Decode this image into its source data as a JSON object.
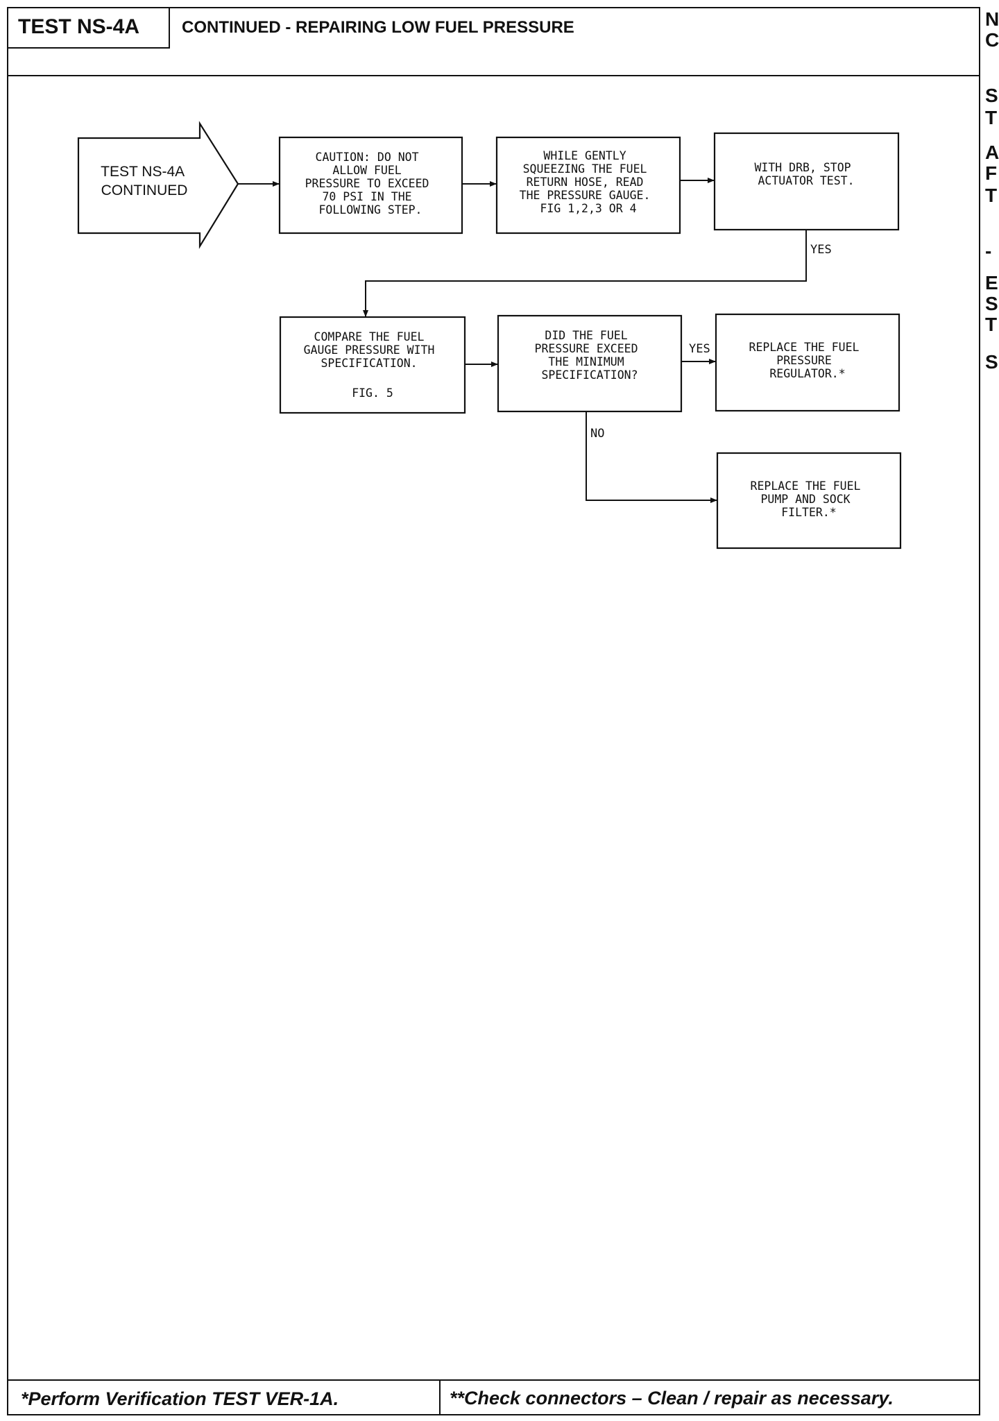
{
  "header": {
    "test_id": "TEST NS-4A",
    "title": "CONTINUED - REPAIRING LOW FUEL PRESSURE"
  },
  "flowchart": {
    "entry": {
      "lines": [
        "TEST NS-4A",
        "CONTINUED"
      ]
    },
    "nodes": {
      "caution": {
        "lines": [
          "CAUTION: DO NOT",
          "ALLOW FUEL",
          "PRESSURE TO EXCEED",
          "70 PSI IN THE",
          "FOLLOWING STEP."
        ]
      },
      "squeeze": {
        "lines": [
          "WHILE GENTLY",
          "SQUEEZING THE FUEL",
          "RETURN HOSE, READ",
          "THE PRESSURE GAUGE.",
          "FIG 1,2,3 OR 4"
        ]
      },
      "stop_actuator": {
        "lines": [
          "WITH DRB, STOP",
          "ACTUATOR TEST."
        ]
      },
      "compare": {
        "lines": [
          "COMPARE THE FUEL",
          "GAUGE PRESSURE WITH",
          "SPECIFICATION.",
          "",
          "FIG. 5"
        ]
      },
      "exceed": {
        "lines": [
          "DID THE FUEL",
          "PRESSURE EXCEED",
          "THE MINIMUM",
          "SPECIFICATION?"
        ]
      },
      "replace_regulator": {
        "lines": [
          "REPLACE THE FUEL",
          "PRESSURE",
          "REGULATOR.*"
        ]
      },
      "replace_pump": {
        "lines": [
          "REPLACE THE FUEL",
          "PUMP AND SOCK",
          "FILTER.*"
        ]
      }
    },
    "branches": {
      "stop_yes": "YES",
      "exceed_yes": "YES",
      "exceed_no": "NO"
    }
  },
  "footer": {
    "left": "*Perform Verification TEST VER-1A.",
    "right": "**Check connectors – Clean / repair as necessary."
  },
  "side_margin": {
    "letters": [
      "N",
      "C",
      "S",
      "T",
      "A",
      "F",
      "T",
      "-",
      "E",
      "S",
      "T",
      "S"
    ]
  }
}
